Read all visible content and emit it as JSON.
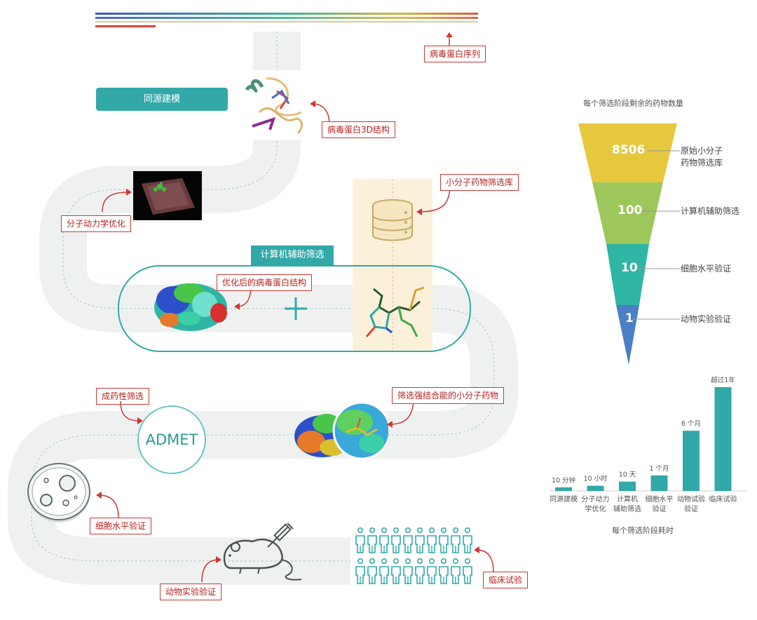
{
  "steps": {
    "virus_sequence": "病毒蛋白序列",
    "homology_modeling": "同源建模",
    "virus_3d": "病毒蛋白3D结构",
    "md_optimization": "分子动力学优化",
    "small_molecule_library": "小分子药物筛选库",
    "computer_screening": "计算机辅助筛选",
    "optimized_structure": "优化后的病毒蛋白结构",
    "druggability": "成药性筛选",
    "admet": "ADMET",
    "strong_binding": "筛选强结合能的小分子药物",
    "cell_validation": "细胞水平验证",
    "animal_validation": "动物实验验证",
    "clinical_trial": "临床试验"
  },
  "funnel": {
    "title": "每个筛选阶段剩余的药物数量",
    "levels": [
      {
        "value": "8506",
        "label_line1": "原始小分子",
        "label_line2": "药物筛选库",
        "color": "#e6c83f"
      },
      {
        "value": "100",
        "label_line1": "计算机辅助筛选",
        "label_line2": "",
        "color": "#9dc65b"
      },
      {
        "value": "10",
        "label_line1": "细胞水平验证",
        "label_line2": "",
        "color": "#2fb5a4"
      },
      {
        "value": "1",
        "label_line1": "动物实验验证",
        "label_line2": "",
        "color": "#4a80c4"
      }
    ]
  },
  "chart_data": {
    "type": "bar",
    "title": "每个筛选阶段耗时",
    "categories": [
      "同源建模",
      "分子动力\n学优化",
      "计算机\n辅助筛选",
      "细胞水平\n验证",
      "动物试验\n验证",
      "临床试验"
    ],
    "data_labels": [
      "10 分钟",
      "10 小时",
      "10 天",
      "1 个月",
      "6 个月",
      "超过1年"
    ],
    "values": [
      10,
      600,
      14400,
      43200,
      259200,
      525600
    ],
    "bar_color": "#32a9a8"
  },
  "colors": {
    "teal": "#32a9a8",
    "road": "#f0f2f2",
    "red_label": "#c93a32",
    "library_bg": "#fbf0d9"
  }
}
